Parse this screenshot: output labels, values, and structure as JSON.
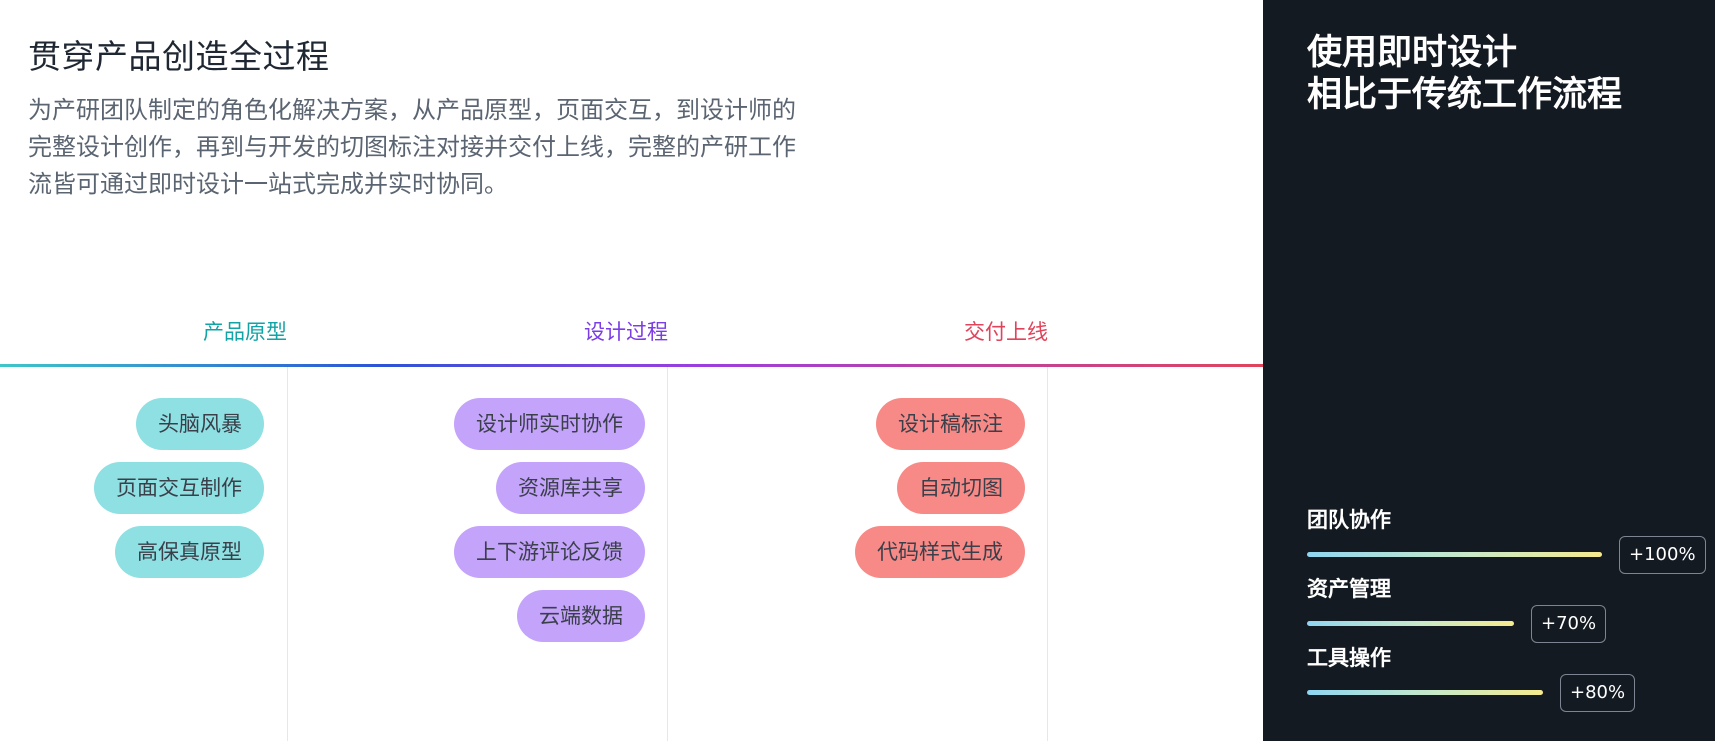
{
  "header": {
    "title": "贯穿产品创造全过程",
    "description": "为产研团队制定的角色化解决方案，从产品原型，页面交互，到设计师的完整设计创作，再到与开发的切图标注对接并交付上线，完整的产研工作流皆可通过即时设计一站式完成并实时协同。"
  },
  "colors": {
    "stage_prototype": "#12a3a6",
    "stage_design": "#7b3ee6",
    "stage_delivery": "#e0445b",
    "sidebar_bg": "#141a22"
  },
  "stages": [
    {
      "label": "产品原型",
      "pills": [
        "头脑风暴",
        "页面交互制作",
        "高保真原型"
      ]
    },
    {
      "label": "设计过程",
      "pills": [
        "设计师实时协作",
        "资源库共享",
        "上下游评论反馈",
        "云端数据"
      ]
    },
    {
      "label": "交付上线",
      "pills": [
        "设计稿标注",
        "自动切图",
        "代码样式生成"
      ]
    }
  ],
  "sidebar": {
    "title_line1": "使用即时设计",
    "title_line2": "相比于传统工作流程",
    "metrics": [
      {
        "label": "团队协作",
        "badge": "+100%",
        "percent": 100
      },
      {
        "label": "资产管理",
        "badge": "+70%",
        "percent": 70
      },
      {
        "label": "工具操作",
        "badge": "+80%",
        "percent": 80
      }
    ]
  }
}
